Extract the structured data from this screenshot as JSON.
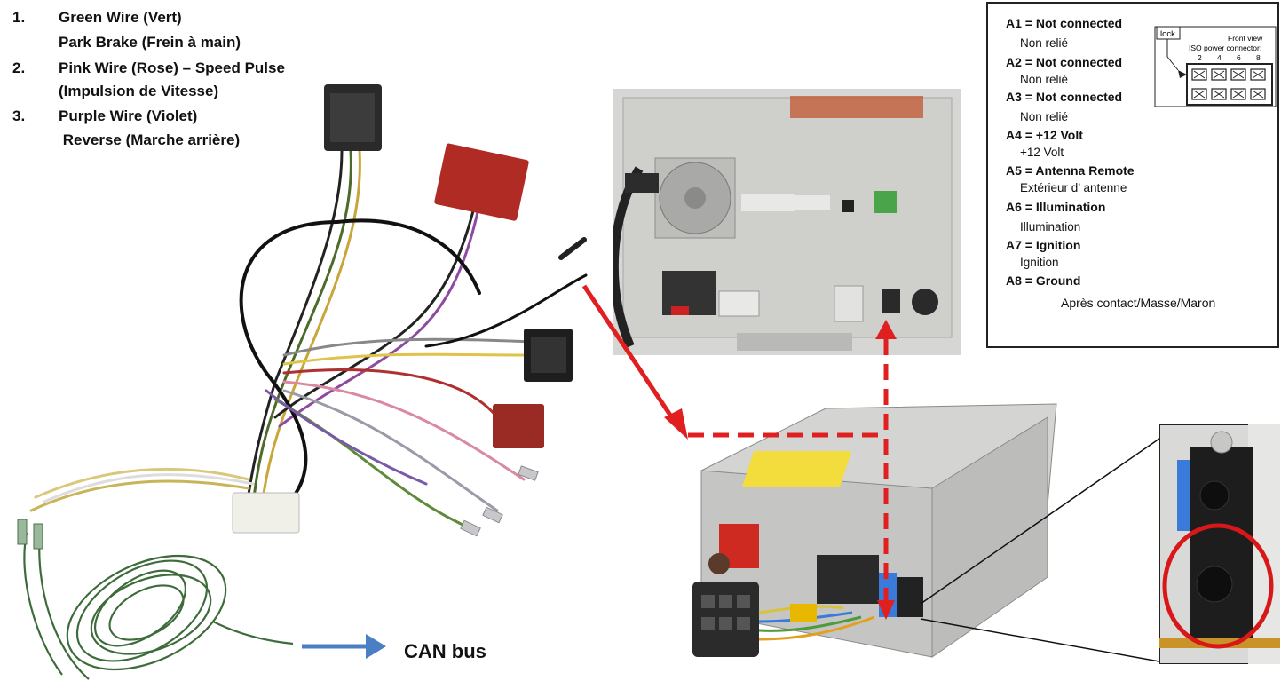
{
  "wires": [
    {
      "number": "1.",
      "title": "Green Wire (Vert)",
      "subtitle": "Park Brake (Frein à main)"
    },
    {
      "number": "2.",
      "title": "Pink Wire (Rose) – Speed Pulse",
      "subtitle": "(Impulsion de Vitesse)"
    },
    {
      "number": "3.",
      "title": "Purple Wire (Violet)",
      "subtitle": " Reverse (Marche arrière)"
    }
  ],
  "pins": [
    {
      "label": "A1  = Not connected",
      "french": "Non relié"
    },
    {
      "label": "A2  = Not connected",
      "french": "Non relié"
    },
    {
      "label": "A3  = Not connected",
      "french": "Non relié"
    },
    {
      "label": "A4 =  +12 Volt",
      "french": "+12 Volt"
    },
    {
      "label": "A5 =  Antenna Remote",
      "french": "Extérieur d’ antenne"
    },
    {
      "label": "A6 =  Illumination",
      "french": "Illumination"
    },
    {
      "label": "A7 =  Ignition",
      "french": "Ignition"
    },
    {
      "label": "A8 =  Ground",
      "french": ""
    }
  ],
  "footer_note": "Après contact/Masse/Maron",
  "connector_diagram": {
    "lock_label": "lock",
    "view_label": "Front view",
    "connector_label": "ISO power connector:",
    "pin_numbers": [
      "2",
      "4",
      "6",
      "8"
    ]
  },
  "can_label": "CAN bus",
  "colors": {
    "arrow_red": "#e02020",
    "arrow_blue": "#4a7fc4",
    "highlight_circle": "#d81818"
  }
}
